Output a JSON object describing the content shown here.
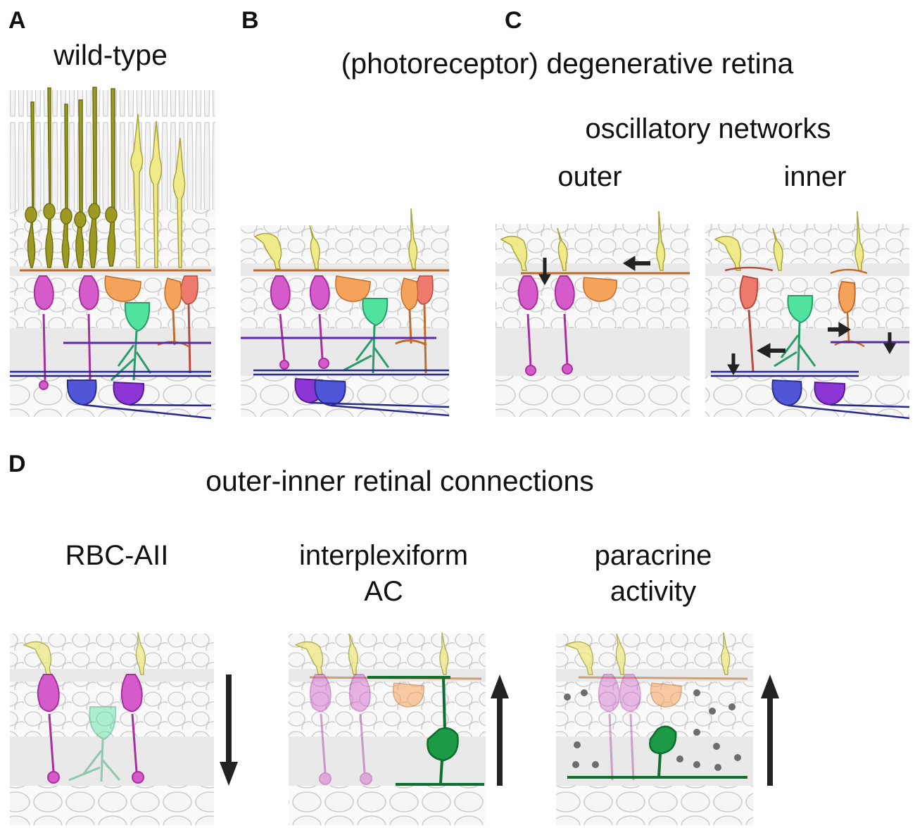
{
  "panels": {
    "A": {
      "letter": "A",
      "title": "wild-type"
    },
    "B": {
      "letter": "B"
    },
    "C": {
      "letter": "C",
      "title": "(photoreceptor) degenerative retina",
      "subtitle": "oscillatory networks",
      "outer_label": "outer",
      "inner_label": "inner"
    },
    "D": {
      "letter": "D",
      "title": "outer-inner retinal connections",
      "cases": [
        {
          "line1": "RBC-AII",
          "line2": "",
          "direction": "down"
        },
        {
          "line1": "interplexiform",
          "line2": "AC",
          "direction": "up"
        },
        {
          "line1": "paracrine",
          "line2": "activity",
          "direction": "up"
        }
      ]
    }
  },
  "colors": {
    "rod": "#9c9a22",
    "cone": "#efea8a",
    "horizontal": "#f5a35a",
    "rod_bipolar": "#d45bc9",
    "aii_amacrine": "#4fe39f",
    "cone_bipolar": "#ee7a6e",
    "ganglion_blue": "#4f57d8",
    "ganglion_purple": "#8c36d6",
    "interplexiform": "#1d9a45",
    "arrow": "#222222",
    "layer": "#e9e9e9"
  }
}
